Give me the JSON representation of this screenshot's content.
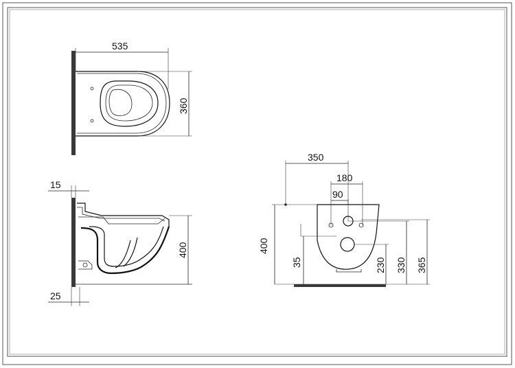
{
  "drawing": {
    "frame_color": "#333333",
    "line_color": "#222222",
    "wall_color": "#3a3a3a",
    "top_view": {
      "width_label": "535",
      "depth_label": "360"
    },
    "side_view": {
      "wall_gap_top_label": "15",
      "height_label": "400",
      "wall_gap_bottom_label": "25"
    },
    "front_view": {
      "outer_width_label": "350",
      "bolt_spacing_label": "180",
      "half_spacing_label": "90",
      "total_height_label": "400",
      "drain_height_label": "35",
      "outlet_height_label": "230",
      "inlet_height_label": "330",
      "bolt_height_label": "365"
    }
  }
}
